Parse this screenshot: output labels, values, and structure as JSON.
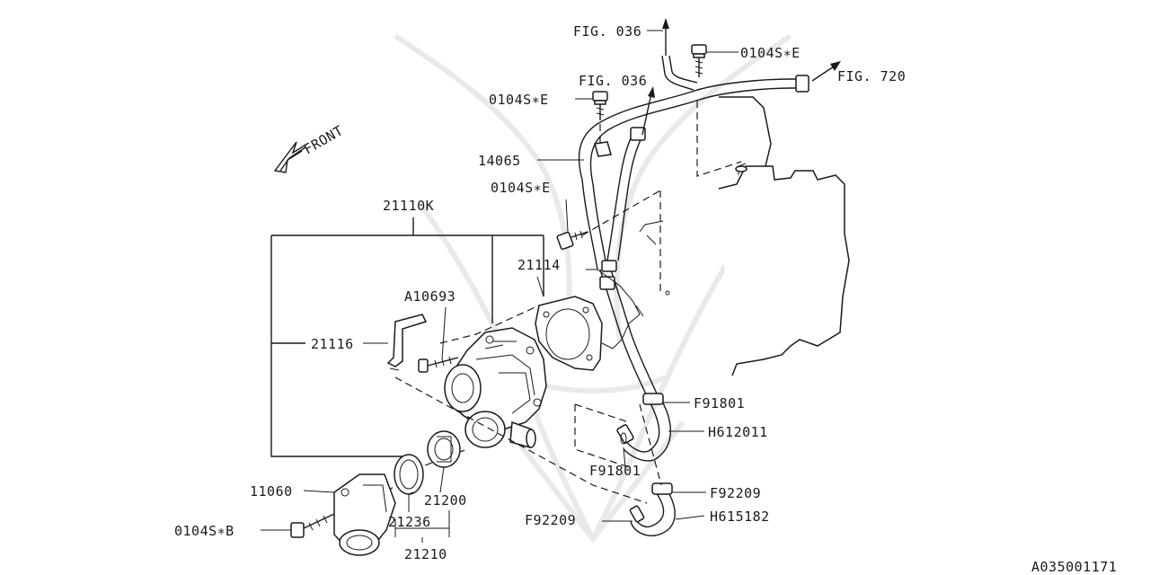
{
  "labels": {
    "fig_036_top": "FIG. 036",
    "fig_036_mid": "FIG. 036",
    "fig_720": "FIG. 720",
    "bolt_e_top": "0104S∗E",
    "bolt_e_left": "0104S∗E",
    "bolt_e_mid": "0104S∗E",
    "bolt_b": "0104S∗B",
    "front": "FRONT",
    "p14065": "14065",
    "p21110k": "21110K",
    "p21114": "21114",
    "pa10693": "A10693",
    "p21116": "21116",
    "p11060": "11060",
    "p21200": "21200",
    "p21236": "21236",
    "p21210": "21210",
    "f91801_top": "F91801",
    "f91801_bot": "F91801",
    "h612011": "H612011",
    "f92209_right": "F92209",
    "f92209_left": "F92209",
    "h615182": "H615182",
    "diagram_id": "A035001171"
  },
  "colors": {
    "ink": "#1a1a1a",
    "background": "#ffffff",
    "watermark": "#e9e9e9"
  }
}
